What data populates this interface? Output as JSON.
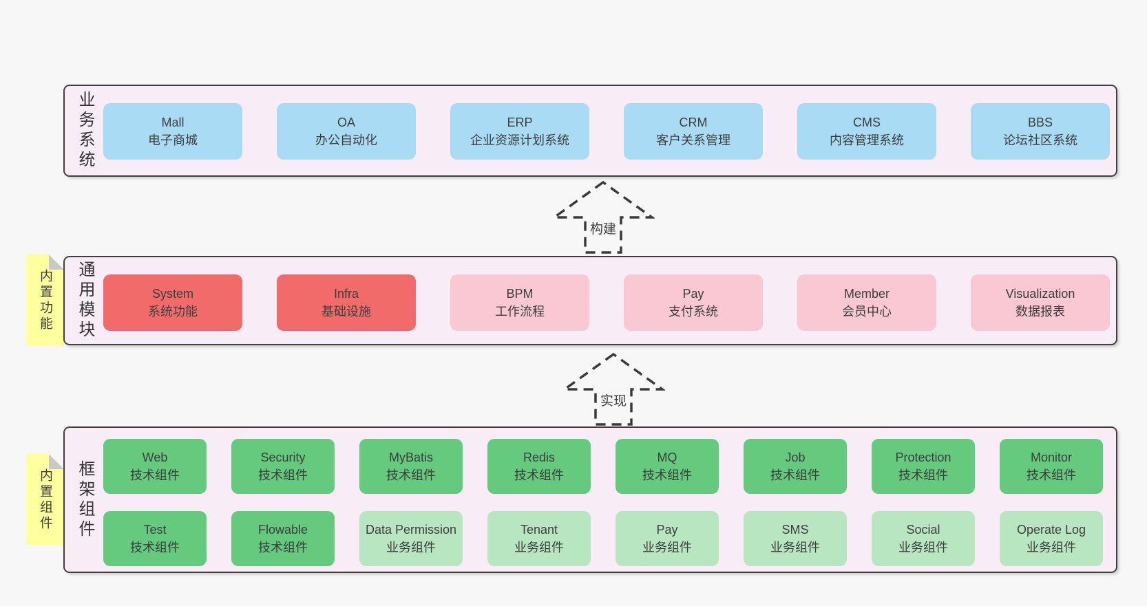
{
  "colors": {
    "blue": "#a9dbf5",
    "red": "#f26b6b",
    "pink": "#f9c8d2",
    "green": "#65c97e",
    "light_green": "#b8e6c1",
    "sticky": "#feff9e",
    "band_bg": "#f8edf6",
    "border": "#3f3f3f",
    "page_bg": "#f7f7f7"
  },
  "arrows": [
    {
      "label": "构建"
    },
    {
      "label": "实现"
    }
  ],
  "stickies": [
    {
      "label": "内置功能"
    },
    {
      "label": "内置组件"
    }
  ],
  "bands": [
    {
      "label": "业务系统",
      "rows": [
        [
          {
            "id": "mall",
            "en": "Mall",
            "zh": "电子商城",
            "type": "blue"
          },
          {
            "id": "oa",
            "en": "OA",
            "zh": "办公自动化",
            "type": "blue"
          },
          {
            "id": "erp",
            "en": "ERP",
            "zh": "企业资源计划系统",
            "type": "blue"
          },
          {
            "id": "crm",
            "en": "CRM",
            "zh": "客户关系管理",
            "type": "blue"
          },
          {
            "id": "cms",
            "en": "CMS",
            "zh": "内容管理系统",
            "type": "blue"
          },
          {
            "id": "bbs",
            "en": "BBS",
            "zh": "论坛社区系统",
            "type": "blue"
          }
        ]
      ]
    },
    {
      "label": "通用模块",
      "rows": [
        [
          {
            "id": "system",
            "en": "System",
            "zh": "系统功能",
            "type": "red"
          },
          {
            "id": "infra",
            "en": "Infra",
            "zh": "基础设施",
            "type": "red"
          },
          {
            "id": "bpm",
            "en": "BPM",
            "zh": "工作流程",
            "type": "pink"
          },
          {
            "id": "pay",
            "en": "Pay",
            "zh": "支付系统",
            "type": "pink"
          },
          {
            "id": "member",
            "en": "Member",
            "zh": "会员中心",
            "type": "pink"
          },
          {
            "id": "visualization",
            "en": "Visualization",
            "zh": "数据报表",
            "type": "pink"
          }
        ]
      ]
    },
    {
      "label": "框架组件",
      "rows": [
        [
          {
            "id": "web",
            "en": "Web",
            "zh": "技术组件",
            "type": "green"
          },
          {
            "id": "security",
            "en": "Security",
            "zh": "技术组件",
            "type": "green"
          },
          {
            "id": "mybatis",
            "en": "MyBatis",
            "zh": "技术组件",
            "type": "green"
          },
          {
            "id": "redis",
            "en": "Redis",
            "zh": "技术组件",
            "type": "green"
          },
          {
            "id": "mq",
            "en": "MQ",
            "zh": "技术组件",
            "type": "green"
          },
          {
            "id": "job",
            "en": "Job",
            "zh": "技术组件",
            "type": "green"
          },
          {
            "id": "protection",
            "en": "Protection",
            "zh": "技术组件",
            "type": "green"
          },
          {
            "id": "monitor",
            "en": "Monitor",
            "zh": "技术组件",
            "type": "green"
          }
        ],
        [
          {
            "id": "test",
            "en": "Test",
            "zh": "技术组件",
            "type": "green"
          },
          {
            "id": "flowable",
            "en": "Flowable",
            "zh": "技术组件",
            "type": "green"
          },
          {
            "id": "data-permission",
            "en": "Data Permission",
            "zh": "业务组件",
            "type": "light_green"
          },
          {
            "id": "tenant",
            "en": "Tenant",
            "zh": "业务组件",
            "type": "light_green"
          },
          {
            "id": "pay-biz",
            "en": "Pay",
            "zh": "业务组件",
            "type": "light_green"
          },
          {
            "id": "sms",
            "en": "SMS",
            "zh": "业务组件",
            "type": "light_green"
          },
          {
            "id": "social",
            "en": "Social",
            "zh": "业务组件",
            "type": "light_green"
          },
          {
            "id": "operate-log",
            "en": "Operate Log",
            "zh": "业务组件",
            "type": "light_green"
          }
        ]
      ]
    }
  ]
}
